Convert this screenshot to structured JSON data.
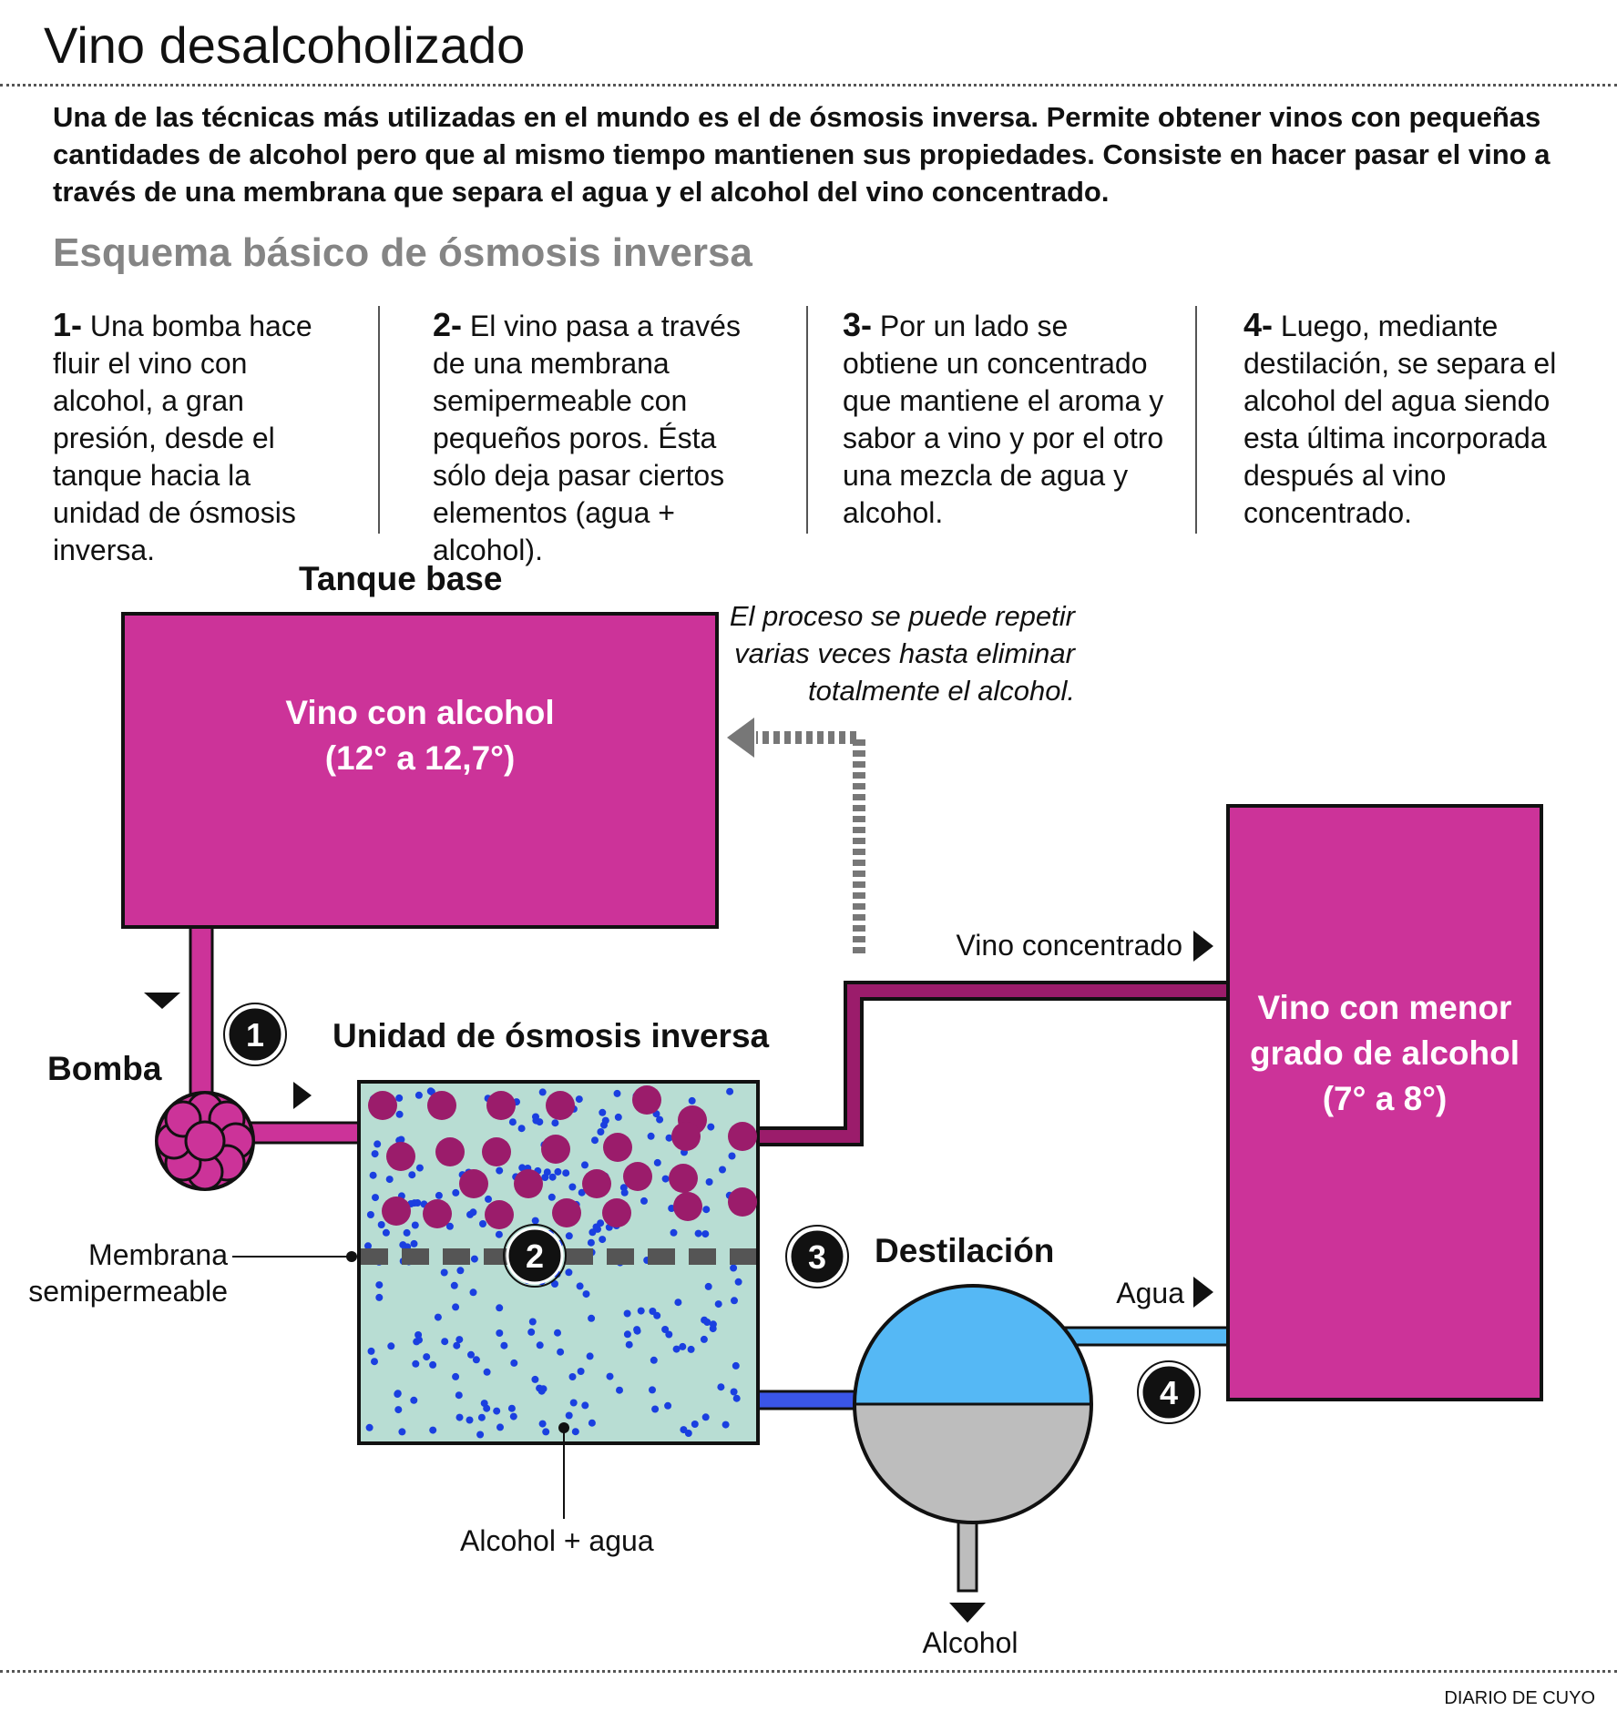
{
  "title": "Vino desalcoholizado",
  "intro": "Una de las técnicas más utilizadas en el mundo es el de ósmosis inversa. Permite obtener vinos con pequeñas cantidades de alcohol pero que al mismo tiempo mantienen sus propiedades. Consiste en hacer pasar el vino a través de una membrana que separa el agua y el alcohol del vino concentrado.",
  "subtitle": "Esquema básico de ósmosis inversa",
  "steps": [
    {
      "num": "1-",
      "text": "Una bomba hace fluir el vino con alcohol, a gran presión, desde el tanque hacia la unidad de ósmosis inversa."
    },
    {
      "num": "2-",
      "text": "El vino pasa a través de una membrana semipermeable con pequeños poros. Ésta sólo deja pasar ciertos elementos (agua + alcohol)."
    },
    {
      "num": "3-",
      "text": "Por un lado se obtiene un concentrado que mantiene el aroma y sabor a vino y por el otro una mezcla de agua y alcohol."
    },
    {
      "num": "4-",
      "text": "Luego, mediante destilación, se separa el alcohol del agua siendo esta última incorporada después al vino concentrado."
    }
  ],
  "diagram": {
    "tank_base_label": "Tanque base",
    "tank_base_content_1": "Vino con alcohol",
    "tank_base_content_2": "(12° a 12,7°)",
    "repeat_note": "El proceso se puede repetir varias veces hasta eliminar totalmente el alcohol.",
    "pump_label": "Bomba",
    "osmosis_label": "Unidad de ósmosis inversa",
    "membrane_label_1": "Membrana",
    "membrane_label_2": "semipermeable",
    "alcohol_water_label": "Alcohol + agua",
    "concentrated_label": "Vino concentrado",
    "final_tank_1": "Vino con menor",
    "final_tank_2": "grado de alcohol",
    "final_tank_3": "(7° a 8°)",
    "distillation_label": "Destilación",
    "water_label": "Agua",
    "alcohol_label": "Alcohol",
    "badges": [
      "1",
      "2",
      "3",
      "4"
    ]
  },
  "colors": {
    "wine": "#cc3399",
    "wine_dark": "#a0175e",
    "concentrate_dot": "#9b1c6b",
    "osmosis_bg": "#b8ddd3",
    "water_dot": "#1a3fe0",
    "water_blue": "#55b8f5",
    "alcohol_grey": "#bdbdbd"
  },
  "footer": "DIARIO DE CUYO"
}
